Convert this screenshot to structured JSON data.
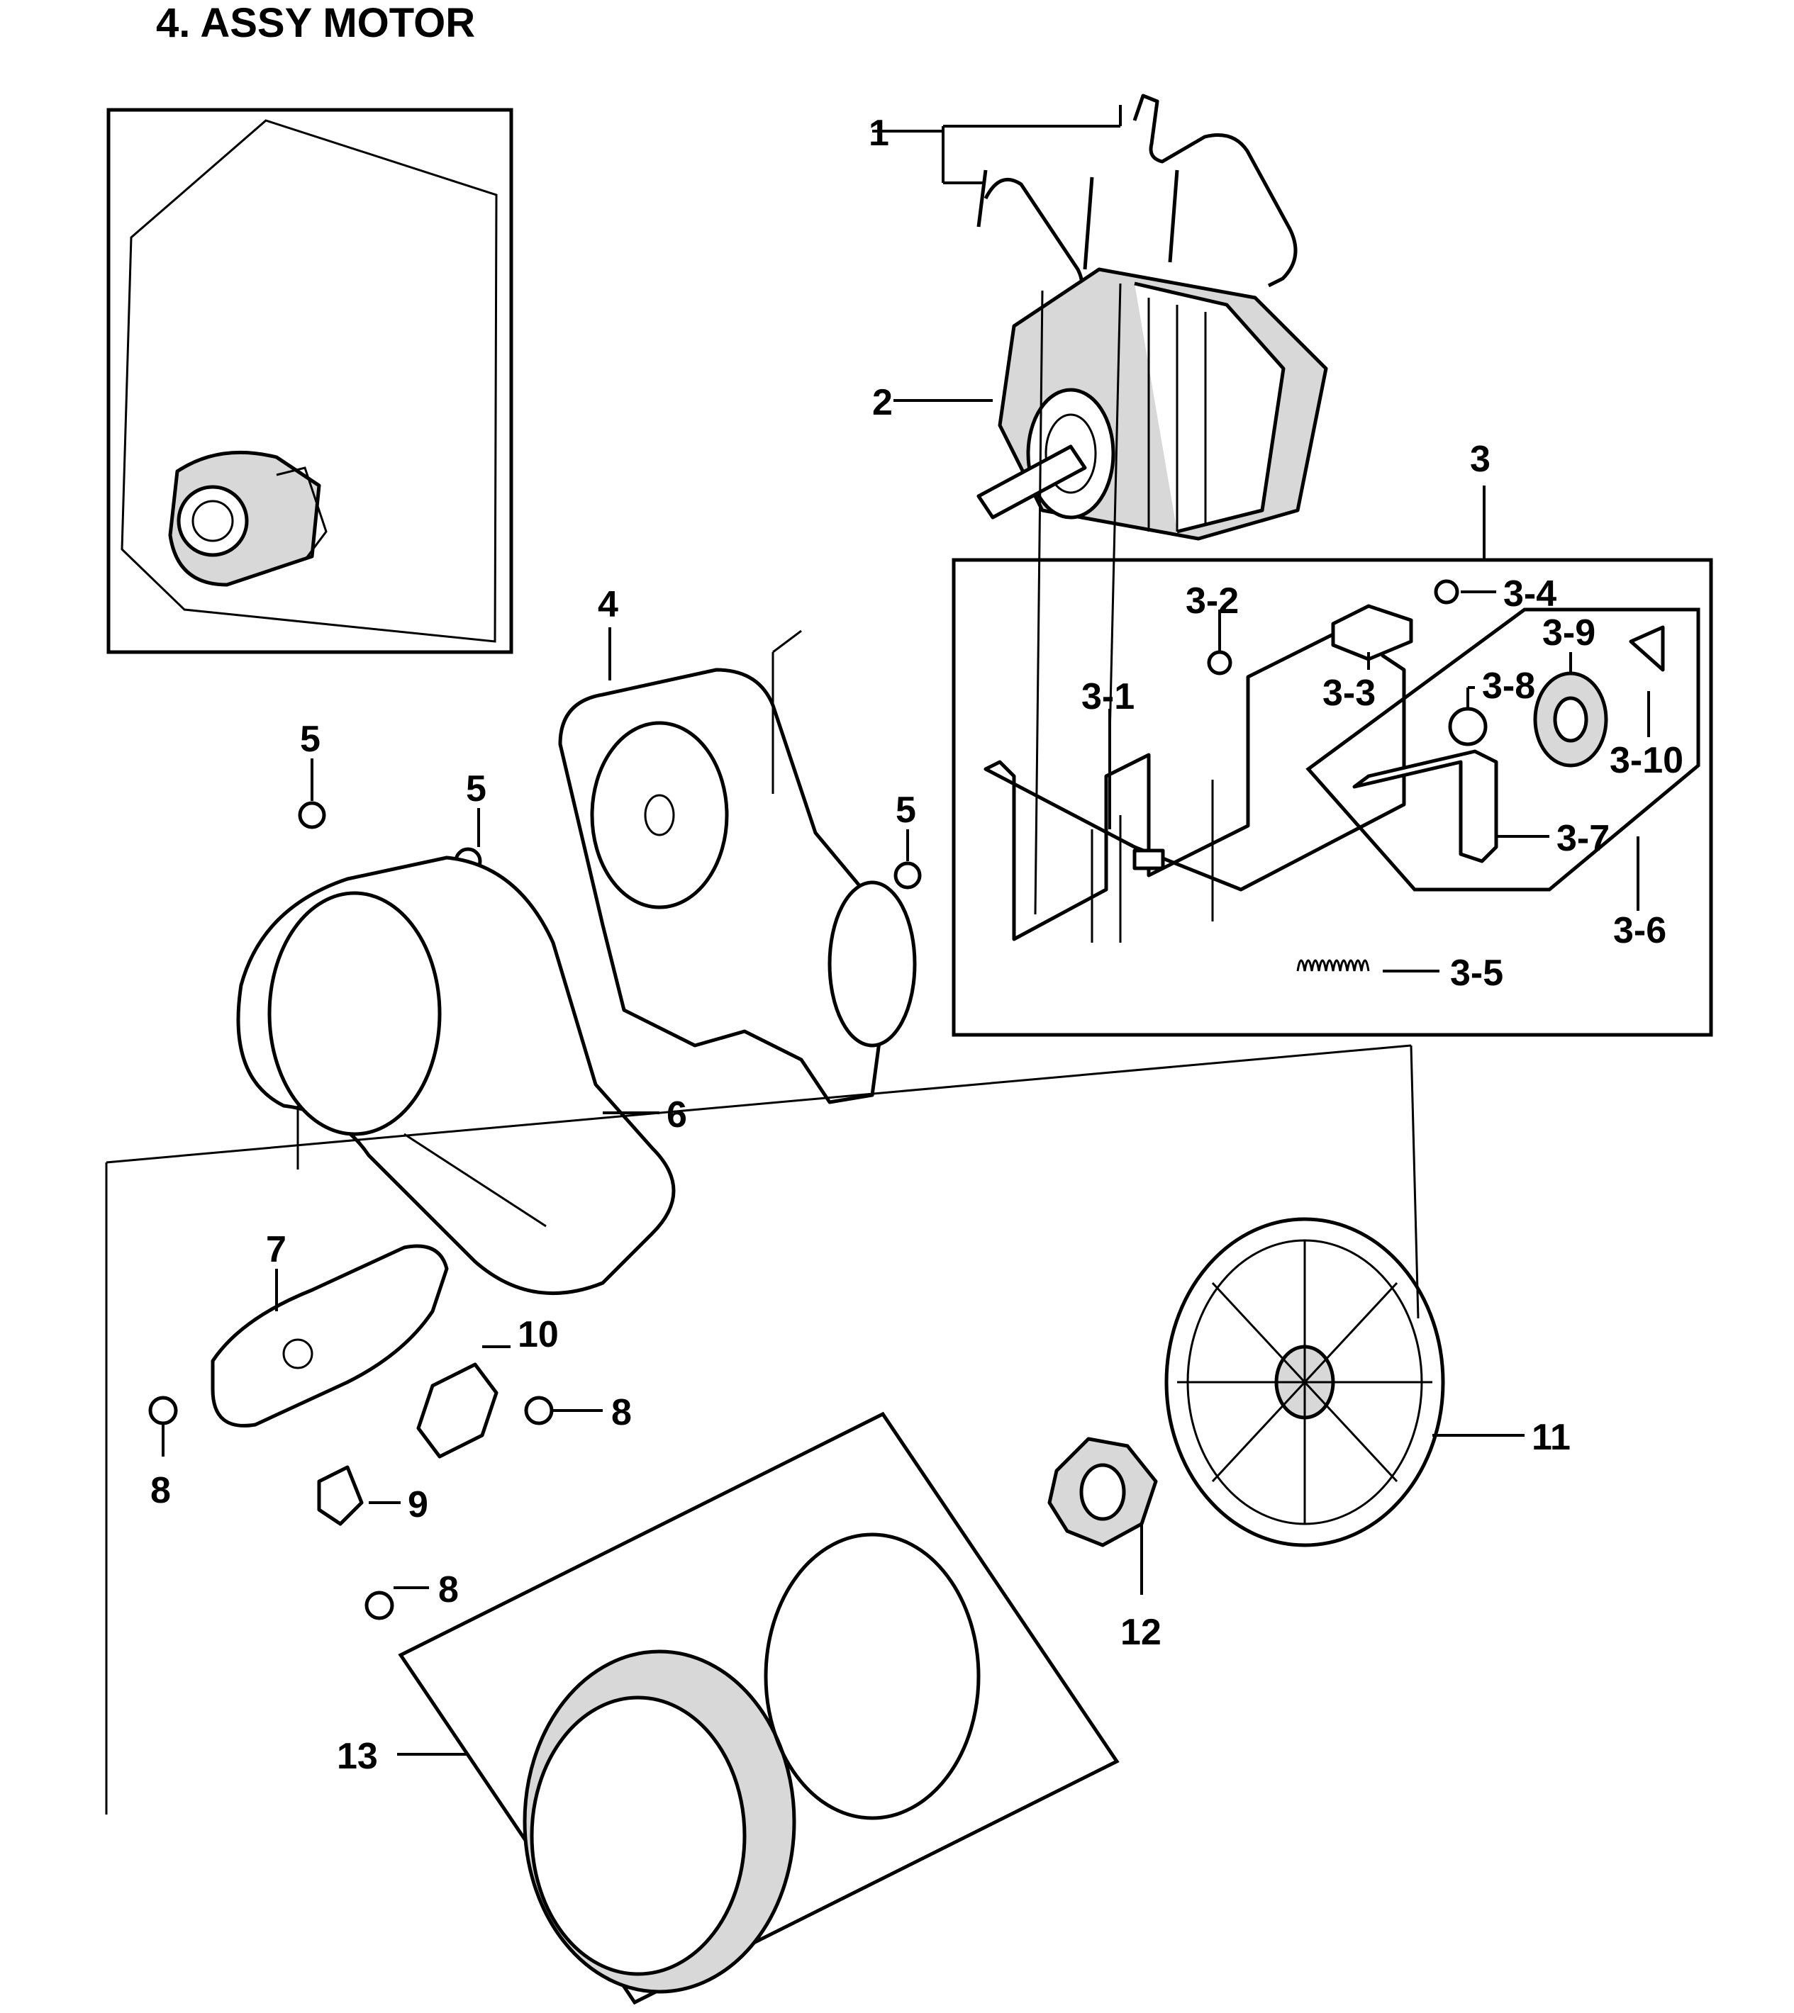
{
  "title": "4. ASSY MOTOR",
  "callouts": {
    "c1": "1",
    "c2": "2",
    "c3": "3",
    "c3_1": "3-1",
    "c3_2": "3-2",
    "c3_3": "3-3",
    "c3_4": "3-4",
    "c3_5": "3-5",
    "c3_6": "3-6",
    "c3_7": "3-7",
    "c3_8": "3-8",
    "c3_9": "3-9",
    "c3_10": "3-10",
    "c4": "4",
    "c5a": "5",
    "c5b": "5",
    "c5c": "5",
    "c6": "6",
    "c7": "7",
    "c8a": "8",
    "c8b": "8",
    "c8c": "8",
    "c9": "9",
    "c10": "10",
    "c11": "11",
    "c12": "12",
    "c13": "13"
  }
}
